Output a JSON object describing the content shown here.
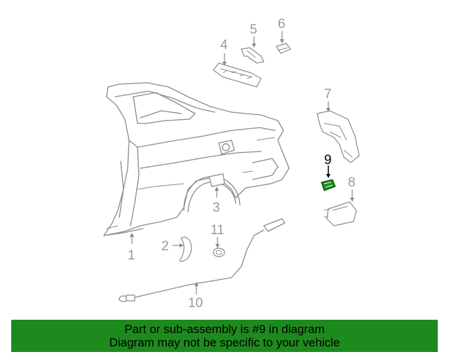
{
  "diagram": {
    "callouts": [
      {
        "id": "1",
        "label": "1"
      },
      {
        "id": "2",
        "label": "2"
      },
      {
        "id": "3",
        "label": "3"
      },
      {
        "id": "4",
        "label": "4"
      },
      {
        "id": "5",
        "label": "5"
      },
      {
        "id": "6",
        "label": "6"
      },
      {
        "id": "7",
        "label": "7"
      },
      {
        "id": "8",
        "label": "8"
      },
      {
        "id": "9",
        "label": "9"
      },
      {
        "id": "10",
        "label": "10"
      },
      {
        "id": "11",
        "label": "11"
      }
    ],
    "highlighted_part": "9",
    "colors": {
      "line": "#8a8a8a",
      "highlight_part": "#1a8a1a",
      "banner": "#1d8a1d"
    }
  },
  "banner": {
    "line1": "Part or sub-assembly is #9 in diagram",
    "line2": "Diagram may not be specific to your vehicle"
  }
}
